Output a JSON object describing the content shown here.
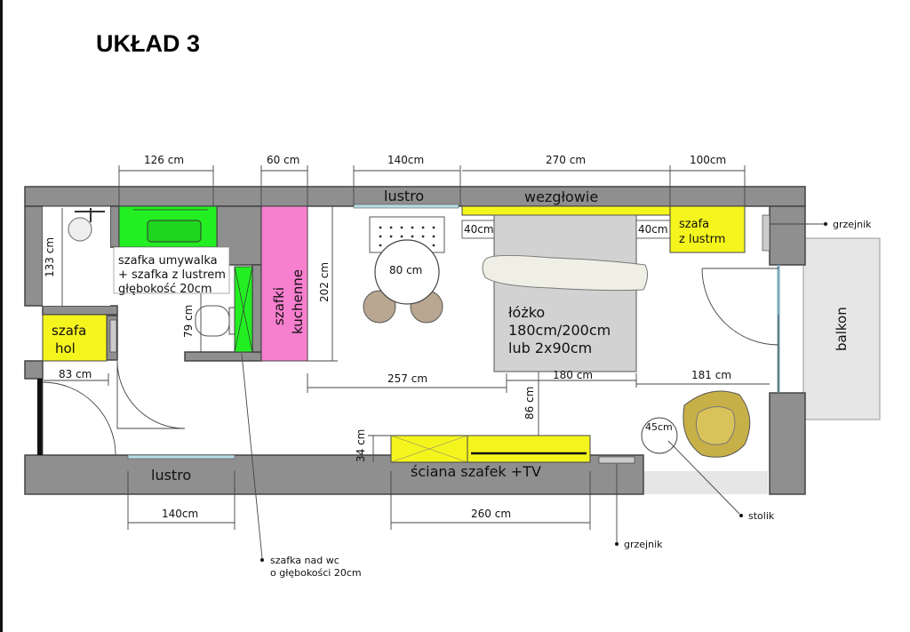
{
  "title": "UKŁAD 3",
  "dimensions": {
    "bath_width": "126 cm",
    "kitchen_width": "60 cm",
    "mirror_top": "140cm",
    "bed_wall": "270 cm",
    "wardrobe_width": "100cm",
    "bath_height": "133 cm",
    "kitchen_length": "202 cm",
    "wc_depth": "79 cm",
    "door_width": "83 cm",
    "kitchen_to_bed": "257 cm",
    "bed_length": "180 cm",
    "chair_area": "181 cm",
    "bed_to_cabinet": "86 cm",
    "cabinet_depth": "34 cm",
    "mirror_bottom": "140cm",
    "cabinet_wall": "260 cm",
    "nightstand_left": "40cm",
    "nightstand_right": "40cm",
    "table": "80 cm",
    "side_table": "45cm"
  },
  "labels": {
    "mirror_top": "lustro",
    "headboard": "wezgłowie",
    "radiator_top": "grzejnik",
    "wardrobe_mirror_1": "szafa",
    "wardrobe_mirror_2": "z lustrm",
    "sink_cabinet_1": "szafka umywalka",
    "sink_cabinet_2": "+ szafka z lustrem",
    "sink_cabinet_3": "głębokość 20cm",
    "kitchen_1": "szafki",
    "kitchen_2": "kuchenne",
    "hall_wardrobe_1": "szafa",
    "hall_wardrobe_2": "hol",
    "bed_1": "łóżko",
    "bed_2": "180cm/200cm",
    "bed_3": "lub 2x90cm",
    "balcony": "balkon",
    "mirror_bottom": "lustro",
    "cabinet_wall": "ściana szafek +TV",
    "side_table": "stolik",
    "radiator_bottom": "grzejnik",
    "wc_cabinet_1": "szafka nad wc",
    "wc_cabinet_2": "o głębokości 20cm"
  },
  "colors": {
    "wall": "#8f8f8f",
    "green": "#22ee22",
    "yellow": "#f5f51e",
    "pink": "#f77fcf",
    "bed": "#d2d2d2",
    "armchair": "#c8b048",
    "balcony": "#e6e6e6"
  }
}
